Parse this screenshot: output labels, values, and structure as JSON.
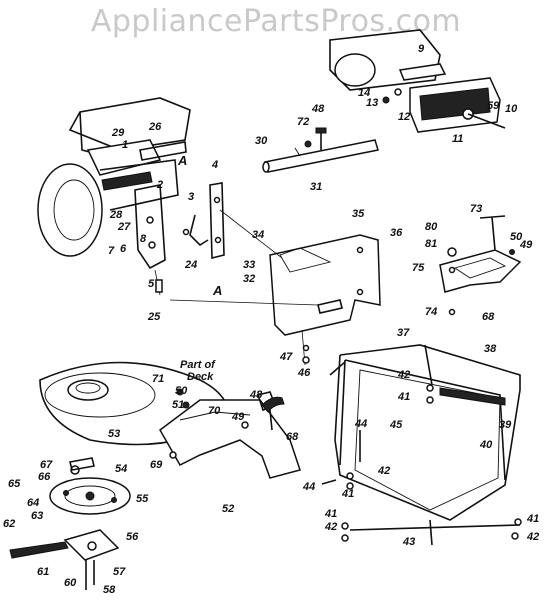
{
  "watermark": "AppliancePartsPros.com",
  "reference_letters": [
    "A",
    "A"
  ],
  "annotation": {
    "line1": "Part of",
    "line2": "Deck"
  },
  "callouts": [
    "1",
    "2",
    "3",
    "4",
    "5",
    "6",
    "7",
    "8",
    "9",
    "10",
    "11",
    "12",
    "13",
    "14",
    "24",
    "25",
    "26",
    "27",
    "28",
    "29",
    "30",
    "31",
    "32",
    "33",
    "34",
    "35",
    "36",
    "37",
    "38",
    "39",
    "40",
    "41",
    "41",
    "41",
    "41",
    "42",
    "42",
    "42",
    "42",
    "43",
    "44",
    "44",
    "45",
    "46",
    "47",
    "48",
    "48",
    "49",
    "49",
    "50",
    "50",
    "51",
    "52",
    "53",
    "54",
    "55",
    "56",
    "57",
    "58",
    "59",
    "60",
    "61",
    "62",
    "63",
    "64",
    "65",
    "66",
    "67",
    "68",
    "68",
    "69",
    "70",
    "71",
    "72",
    "73",
    "74",
    "75",
    "80",
    "81"
  ]
}
